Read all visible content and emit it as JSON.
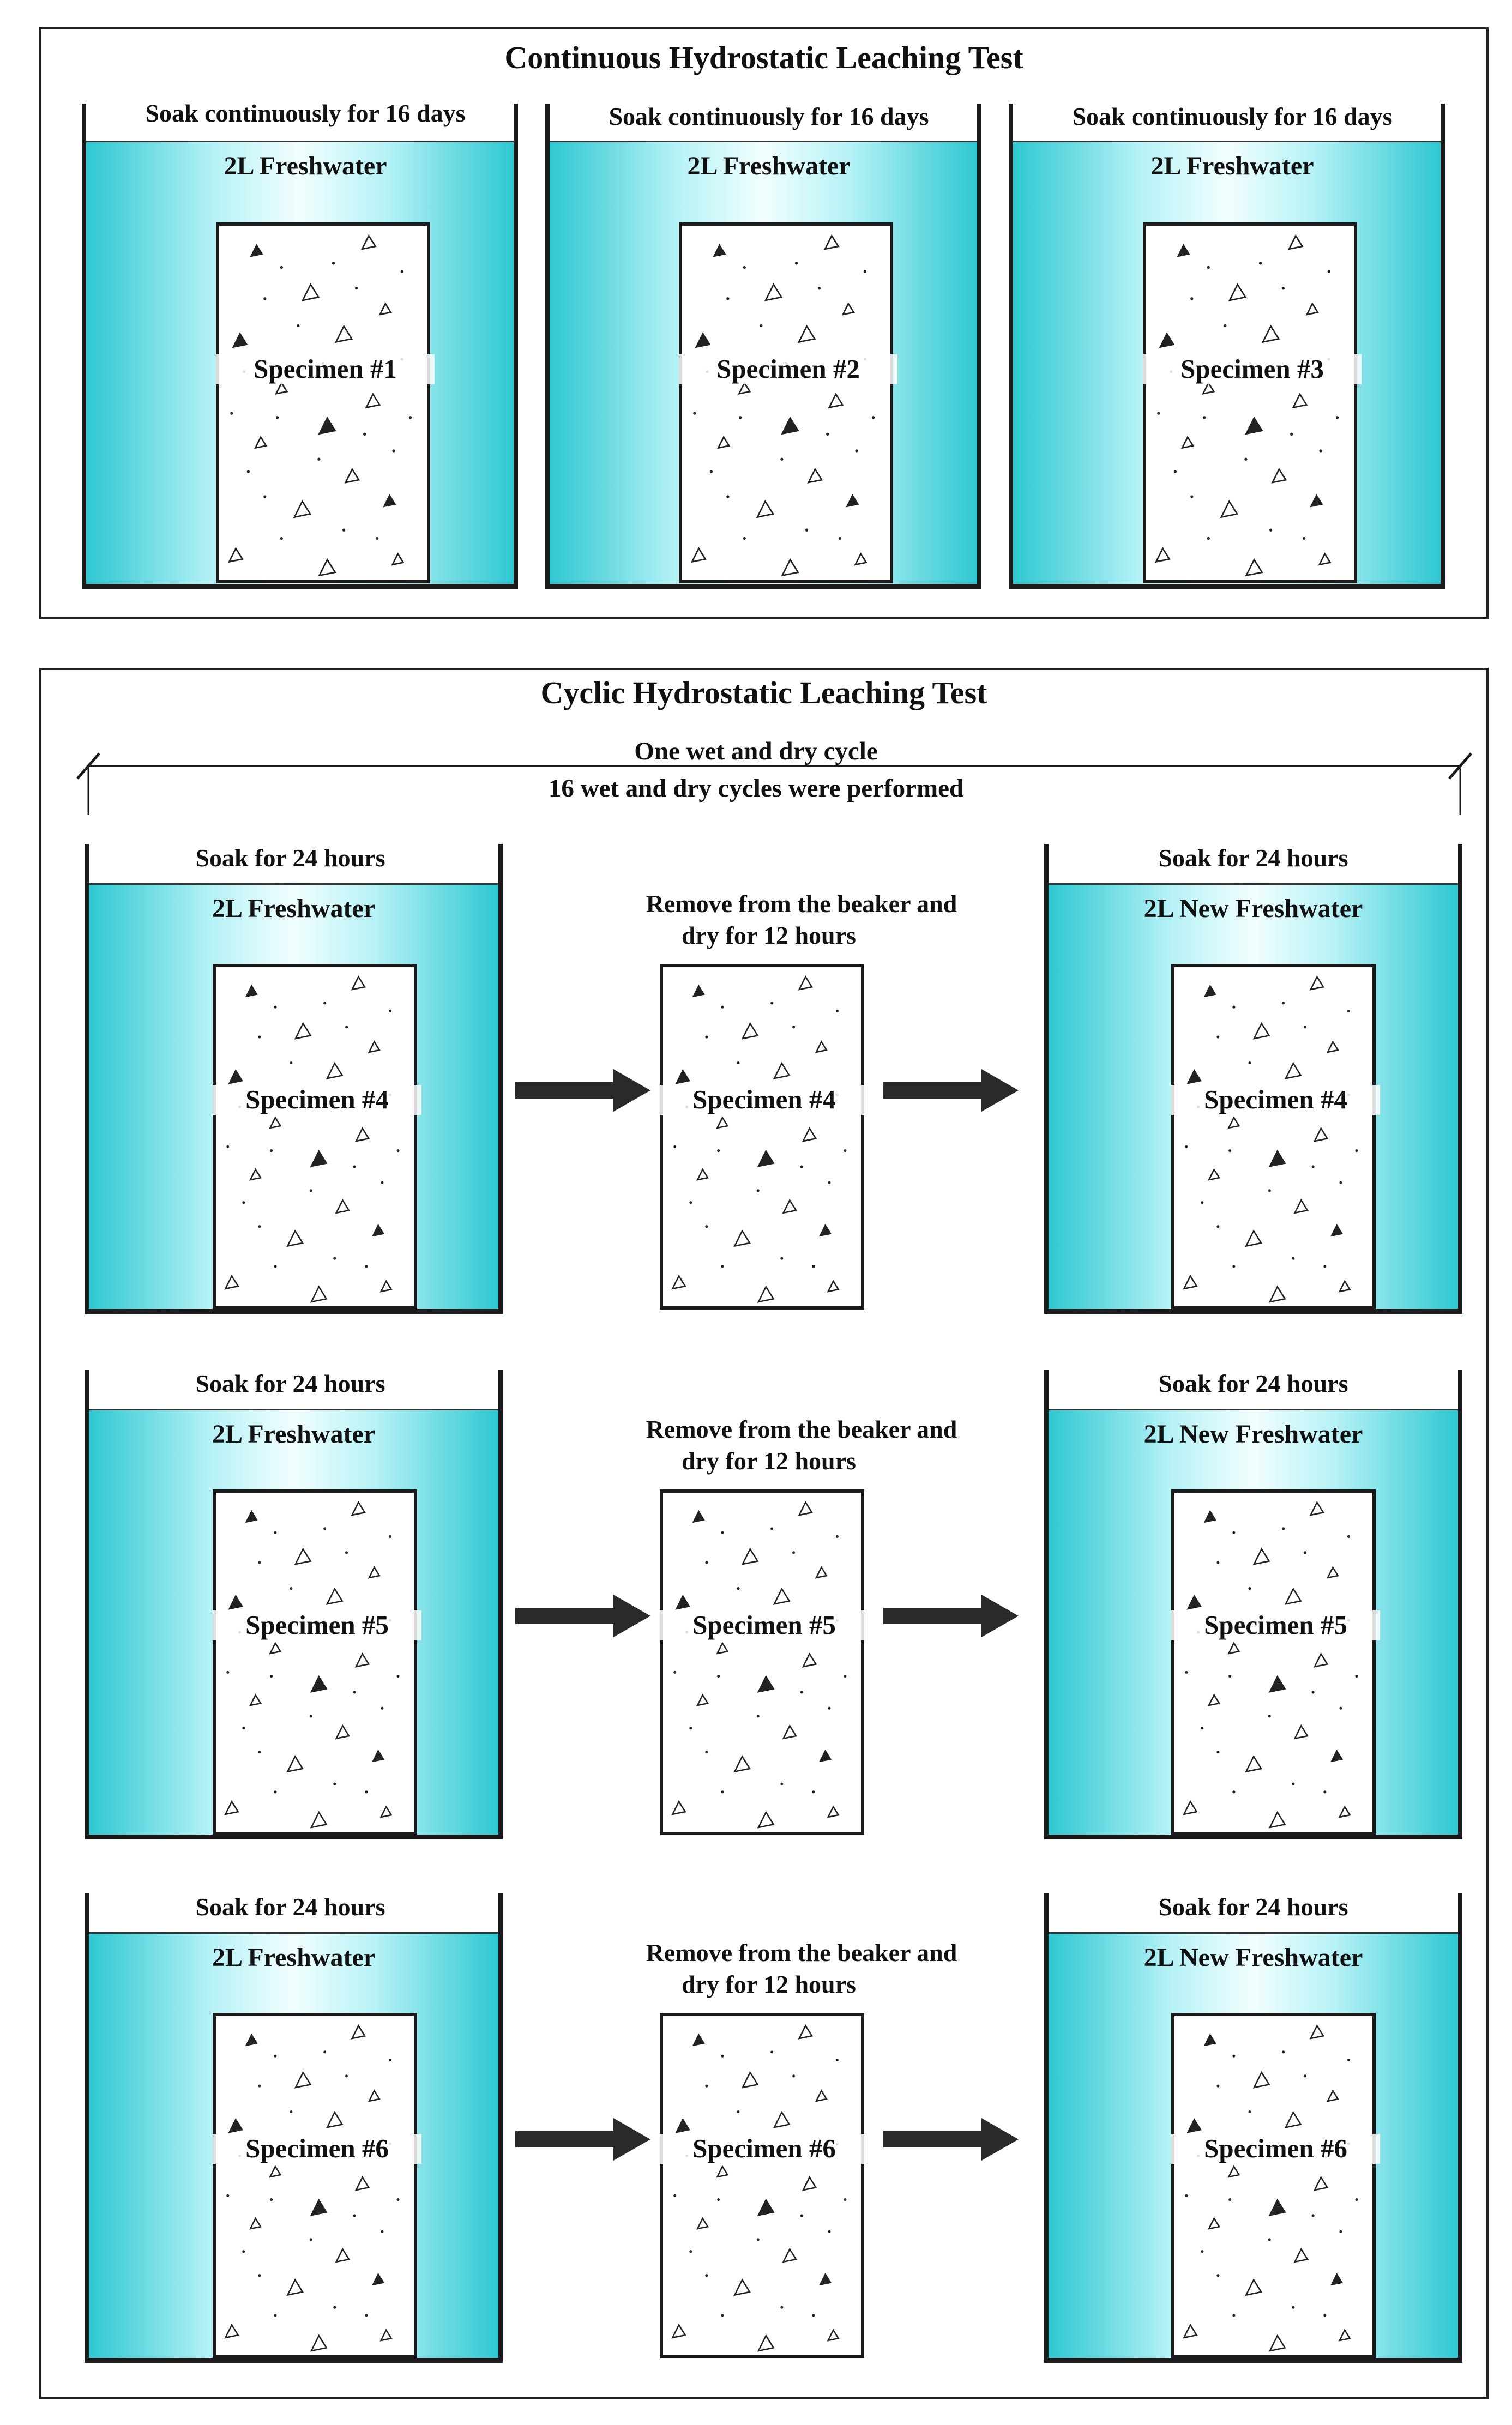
{
  "continuous": {
    "title": "Continuous Hydrostatic Leaching Test",
    "beakers": [
      {
        "soak": "Soak continuously for 16 days",
        "water": "2L Freshwater",
        "specimen": "Specimen #1"
      },
      {
        "soak": "Soak continuously for 16 days",
        "water": "2L Freshwater",
        "specimen": "Specimen #2"
      },
      {
        "soak": "Soak continuously for 16 days",
        "water": "2L Freshwater",
        "specimen": "Specimen #3"
      }
    ]
  },
  "cyclic": {
    "title": "Cyclic Hydrostatic Leaching Test",
    "cycle_label": "One wet and dry cycle",
    "cycles_note": "16 wet and dry cycles were performed",
    "rows": [
      {
        "soak_left": "Soak  for 24 hours",
        "water_left": "2L Freshwater",
        "specimen": "Specimen #4",
        "dry_line1": "Remove from the beaker and",
        "dry_line2": "dry for 12 hours",
        "soak_right": "Soak  for 24 hours",
        "water_right": "2L New Freshwater"
      },
      {
        "soak_left": "Soak  for 24 hours",
        "water_left": "2L Freshwater",
        "specimen": "Specimen #5",
        "dry_line1": "Remove from the beaker and",
        "dry_line2": "dry for 12 hours",
        "soak_right": "Soak  for 24 hours",
        "water_right": "2L New Freshwater"
      },
      {
        "soak_left": "Soak  for 24 hours",
        "water_left": "2L Freshwater",
        "specimen": "Specimen #6",
        "dry_line1": "Remove from the beaker and",
        "dry_line2": "dry for 12 hours",
        "soak_right": "Soak  for 24 hours",
        "water_right": "2L New Freshwater"
      }
    ]
  },
  "colors": {
    "water_edge": "#2fc8d2",
    "water_center": "#f2fefe",
    "line": "#1a1a1a"
  }
}
